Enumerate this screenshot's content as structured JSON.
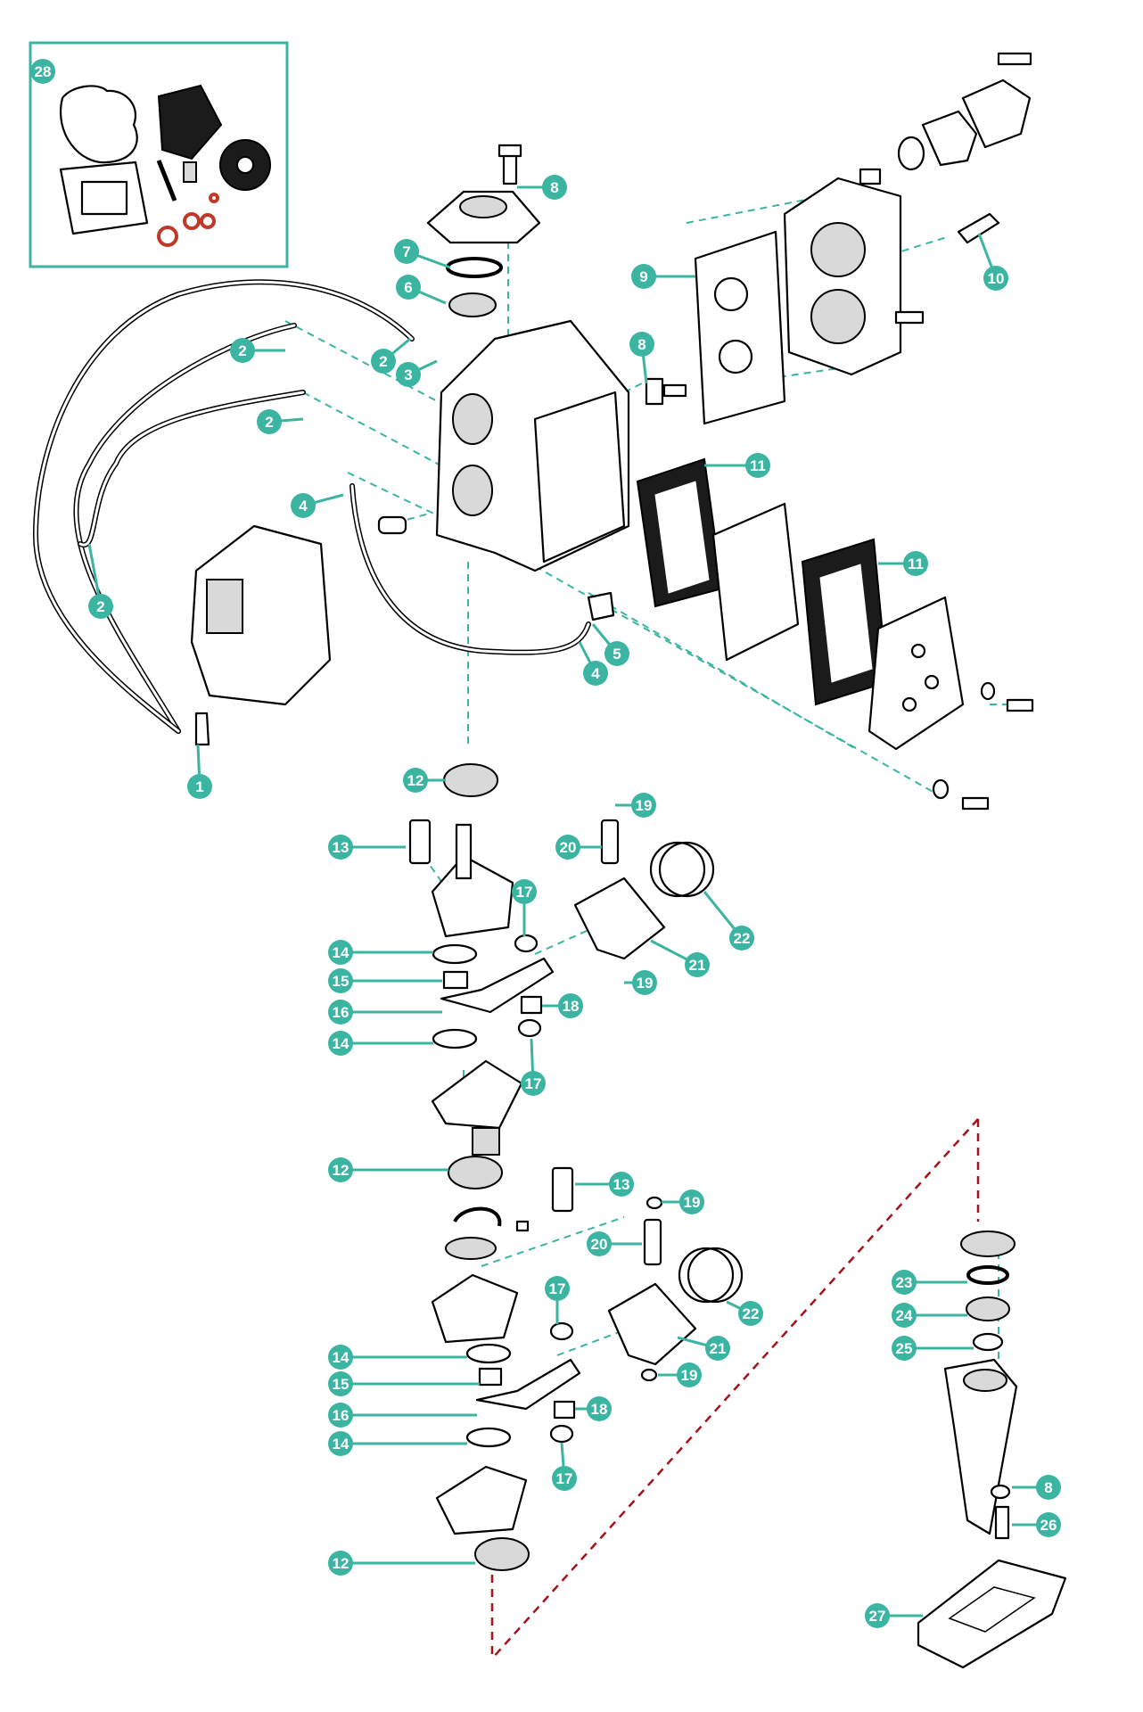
{
  "callouts": [
    {
      "id": "c-28",
      "label": "28"
    },
    {
      "id": "c-8a",
      "label": "8"
    },
    {
      "id": "c-7",
      "label": "7"
    },
    {
      "id": "c-6",
      "label": "6"
    },
    {
      "id": "c-9",
      "label": "9"
    },
    {
      "id": "c-10",
      "label": "10"
    },
    {
      "id": "c-2a",
      "label": "2"
    },
    {
      "id": "c-2b",
      "label": "2"
    },
    {
      "id": "c-3",
      "label": "3"
    },
    {
      "id": "c-8b",
      "label": "8"
    },
    {
      "id": "c-2c",
      "label": "2"
    },
    {
      "id": "c-11a",
      "label": "11"
    },
    {
      "id": "c-4a",
      "label": "4"
    },
    {
      "id": "c-11b",
      "label": "11"
    },
    {
      "id": "c-2d",
      "label": "2"
    },
    {
      "id": "c-5",
      "label": "5"
    },
    {
      "id": "c-4b",
      "label": "4"
    },
    {
      "id": "c-1",
      "label": "1"
    },
    {
      "id": "c-12a",
      "label": "12"
    },
    {
      "id": "c-19a",
      "label": "19"
    },
    {
      "id": "c-13a",
      "label": "13"
    },
    {
      "id": "c-20a",
      "label": "20"
    },
    {
      "id": "c-17a",
      "label": "17"
    },
    {
      "id": "c-22a",
      "label": "22"
    },
    {
      "id": "c-14a",
      "label": "14"
    },
    {
      "id": "c-21a",
      "label": "21"
    },
    {
      "id": "c-15a",
      "label": "15"
    },
    {
      "id": "c-19b",
      "label": "19"
    },
    {
      "id": "c-16a",
      "label": "16"
    },
    {
      "id": "c-18a",
      "label": "18"
    },
    {
      "id": "c-14b",
      "label": "14"
    },
    {
      "id": "c-17b",
      "label": "17"
    },
    {
      "id": "c-12b",
      "label": "12"
    },
    {
      "id": "c-13b",
      "label": "13"
    },
    {
      "id": "c-19c",
      "label": "19"
    },
    {
      "id": "c-20b",
      "label": "20"
    },
    {
      "id": "c-23",
      "label": "23"
    },
    {
      "id": "c-24",
      "label": "24"
    },
    {
      "id": "c-17c",
      "label": "17"
    },
    {
      "id": "c-22b",
      "label": "22"
    },
    {
      "id": "c-25",
      "label": "25"
    },
    {
      "id": "c-21b",
      "label": "21"
    },
    {
      "id": "c-14c",
      "label": "14"
    },
    {
      "id": "c-15b",
      "label": "15"
    },
    {
      "id": "c-19d",
      "label": "19"
    },
    {
      "id": "c-16b",
      "label": "16"
    },
    {
      "id": "c-18b",
      "label": "18"
    },
    {
      "id": "c-14d",
      "label": "14"
    },
    {
      "id": "c-17d",
      "label": "17"
    },
    {
      "id": "c-8c",
      "label": "8"
    },
    {
      "id": "c-26",
      "label": "26"
    },
    {
      "id": "c-12c",
      "label": "12"
    },
    {
      "id": "c-27",
      "label": "27"
    }
  ],
  "colors": {
    "accent": "#3bb5a1",
    "line": "#000000",
    "dashed_red": "#a5121b",
    "background": "#ffffff"
  }
}
